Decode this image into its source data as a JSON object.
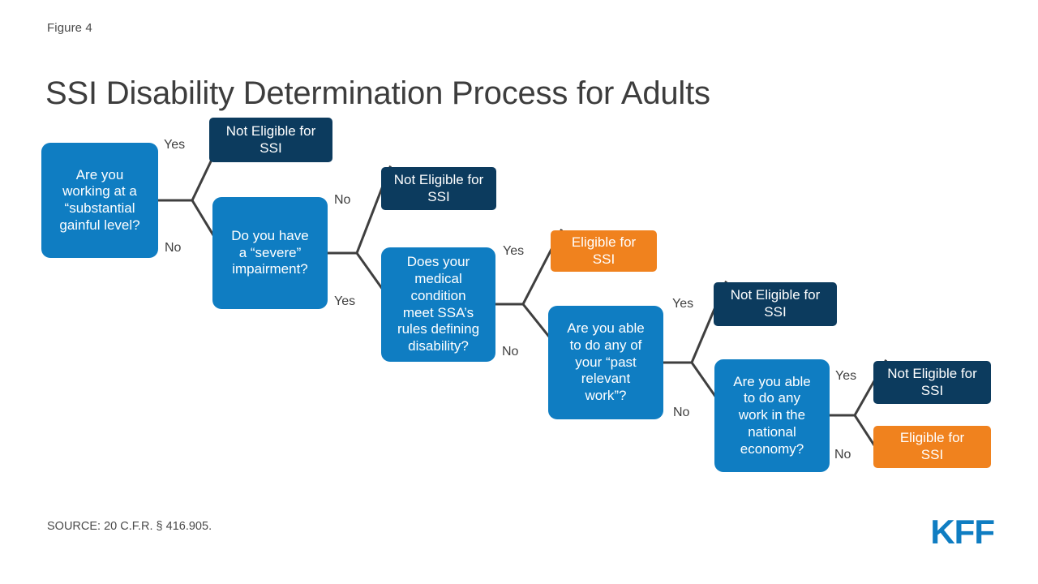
{
  "header": {
    "figure_label": "Figure 4",
    "title": "SSI Disability Determination Process for Adults"
  },
  "footer": {
    "source": "SOURCE:  20 C.F.R. § 416.905.",
    "logo": "KFF"
  },
  "colors": {
    "decision_blue": "#0F7DC2",
    "terminal_navy": "#0C3B5E",
    "terminal_orange": "#F0821E",
    "connector": "#3f3f3f",
    "text_dark": "#3d3d3d"
  },
  "chart_data": {
    "type": "diagram",
    "title": "SSI Disability Determination Process for Adults",
    "nodes": [
      {
        "id": "q1",
        "kind": "decision",
        "label": "Are you\nworking at a\n“substantial\ngainful level?"
      },
      {
        "id": "t1",
        "kind": "not-eligible",
        "label": "Not Eligible for\nSSI"
      },
      {
        "id": "q2",
        "kind": "decision",
        "label": "Do you have\na “severe”\nimpairment?"
      },
      {
        "id": "t2",
        "kind": "not-eligible",
        "label": "Not Eligible for\nSSI"
      },
      {
        "id": "q3",
        "kind": "decision",
        "label": "Does your\nmedical\ncondition\nmeet SSA’s\nrules defining\ndisability?"
      },
      {
        "id": "t3",
        "kind": "eligible",
        "label": "Eligible for\nSSI"
      },
      {
        "id": "q4",
        "kind": "decision",
        "label": "Are you able\nto do any of\nyour “past\nrelevant\nwork”?"
      },
      {
        "id": "t4",
        "kind": "not-eligible",
        "label": "Not Eligible for\nSSI"
      },
      {
        "id": "q5",
        "kind": "decision",
        "label": "Are you able\nto do any\nwork in the\nnational\neconomy?"
      },
      {
        "id": "t5",
        "kind": "not-eligible",
        "label": "Not Eligible for\nSSI"
      },
      {
        "id": "t6",
        "kind": "eligible",
        "label": "Eligible for\nSSI"
      }
    ],
    "edges": [
      {
        "from": "q1",
        "to": "t1",
        "label": "Yes"
      },
      {
        "from": "q1",
        "to": "q2",
        "label": "No"
      },
      {
        "from": "q2",
        "to": "t2",
        "label": "No"
      },
      {
        "from": "q2",
        "to": "q3",
        "label": "Yes"
      },
      {
        "from": "q3",
        "to": "t3",
        "label": "Yes"
      },
      {
        "from": "q3",
        "to": "q4",
        "label": "No"
      },
      {
        "from": "q4",
        "to": "t4",
        "label": "Yes"
      },
      {
        "from": "q4",
        "to": "q5",
        "label": "No"
      },
      {
        "from": "q5",
        "to": "t5",
        "label": "Yes"
      },
      {
        "from": "q5",
        "to": "t6",
        "label": "No"
      }
    ]
  },
  "nodes": {
    "q1": "Are you\nworking at a\n“substantial\ngainful level?",
    "t1": "Not Eligible for\nSSI",
    "q2": "Do you have\na “severe”\nimpairment?",
    "t2": "Not Eligible for\nSSI",
    "q3": "Does your\nmedical\ncondition\nmeet SSA’s\nrules defining\ndisability?",
    "t3": "Eligible for\nSSI",
    "q4": "Are you able\nto do any of\nyour “past\nrelevant\nwork”?",
    "t4": "Not Eligible for\nSSI",
    "q5": "Are you able\nto do any\nwork in the\nnational\neconomy?",
    "t5": "Not Eligible for\nSSI",
    "t6": "Eligible for\nSSI"
  },
  "edge_labels": {
    "e1_yes": "Yes",
    "e1_no": "No",
    "e2_no": "No",
    "e2_yes": "Yes",
    "e3_yes": "Yes",
    "e3_no": "No",
    "e4_yes": "Yes",
    "e4_no": "No",
    "e5_yes": "Yes",
    "e5_no": "No"
  }
}
